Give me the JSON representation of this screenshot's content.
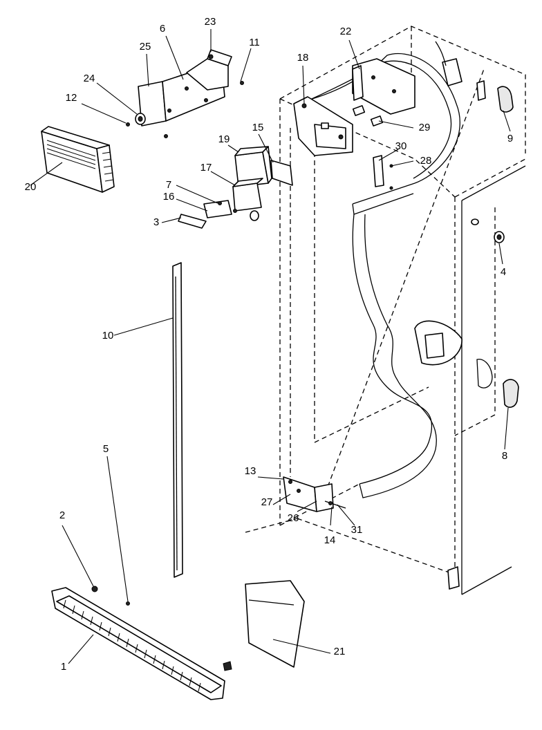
{
  "diagram": {
    "callouts": [
      {
        "id": "1",
        "text": "1"
      },
      {
        "id": "2",
        "text": "2"
      },
      {
        "id": "3",
        "text": "3"
      },
      {
        "id": "4",
        "text": "4"
      },
      {
        "id": "5",
        "text": "5"
      },
      {
        "id": "6",
        "text": "6"
      },
      {
        "id": "7",
        "text": "7"
      },
      {
        "id": "8",
        "text": "8"
      },
      {
        "id": "9",
        "text": "9"
      },
      {
        "id": "10",
        "text": "10"
      },
      {
        "id": "11",
        "text": "11"
      },
      {
        "id": "12",
        "text": "12"
      },
      {
        "id": "13",
        "text": "13"
      },
      {
        "id": "14",
        "text": "14"
      },
      {
        "id": "15",
        "text": "15"
      },
      {
        "id": "16",
        "text": "16"
      },
      {
        "id": "17",
        "text": "17"
      },
      {
        "id": "18",
        "text": "18"
      },
      {
        "id": "19",
        "text": "19"
      },
      {
        "id": "20",
        "text": "20"
      },
      {
        "id": "21",
        "text": "21"
      },
      {
        "id": "22",
        "text": "22"
      },
      {
        "id": "23",
        "text": "23"
      },
      {
        "id": "24",
        "text": "24"
      },
      {
        "id": "25",
        "text": "25"
      },
      {
        "id": "26",
        "text": "26"
      },
      {
        "id": "27",
        "text": "27"
      },
      {
        "id": "28",
        "text": "28"
      },
      {
        "id": "29",
        "text": "29"
      },
      {
        "id": "30",
        "text": "30"
      },
      {
        "id": "31",
        "text": "31"
      }
    ]
  }
}
